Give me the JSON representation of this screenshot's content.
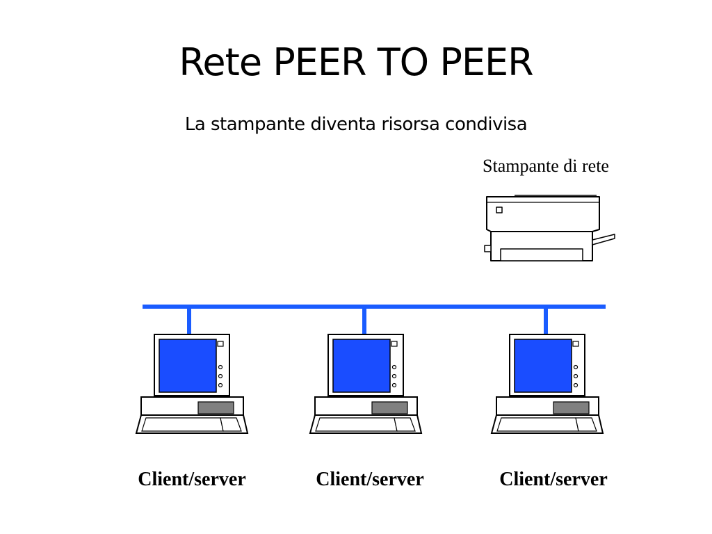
{
  "title": "Rete PEER TO PEER",
  "subtitle": "La stampante diventa risorsa condivisa",
  "printer": {
    "label": "Stampante di rete",
    "icon": "printer-icon"
  },
  "nodes": [
    {
      "label": "Client/server",
      "icon": "computer-icon"
    },
    {
      "label": "Client/server",
      "icon": "computer-icon"
    },
    {
      "label": "Client/server",
      "icon": "computer-icon"
    }
  ],
  "colors": {
    "network_bus": "#1a5cff",
    "screen": "#1a4dff",
    "outline": "#000000",
    "drive_slot": "#808080",
    "background": "#ffffff"
  }
}
